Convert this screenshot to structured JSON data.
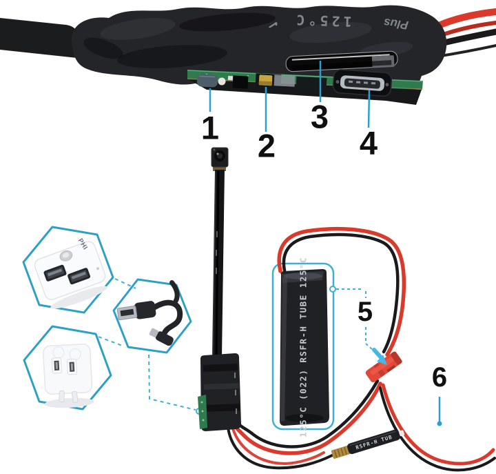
{
  "callouts": {
    "c1": "1",
    "c2": "2",
    "c3": "3",
    "c4": "4",
    "c5": "5",
    "c6": "6"
  },
  "labels": {
    "battery_sleeve_text": "125°C (022) RSFR-H TUBE 125°C",
    "antenna_sleeve_text": "RSFR-H TUB",
    "device_marking_temp": "125°C",
    "device_marking_brand": "Plus",
    "device_marking_check": "✓",
    "powerbank_brand_text": "PHI"
  },
  "colors": {
    "background": "#ffffff",
    "callout_line": "#2b9fd0",
    "callout_number": "#101010",
    "hexagon_stroke": "#2ea0c6",
    "dashed_line": "#3fb0d4",
    "arrow": "#49b7e6",
    "wire_red": "#d93a2b",
    "wire_black": "#1a1a1a",
    "pcb_green": "#2f7b4e",
    "connector_red": "#e2473a",
    "brass": "#b08d3e"
  }
}
